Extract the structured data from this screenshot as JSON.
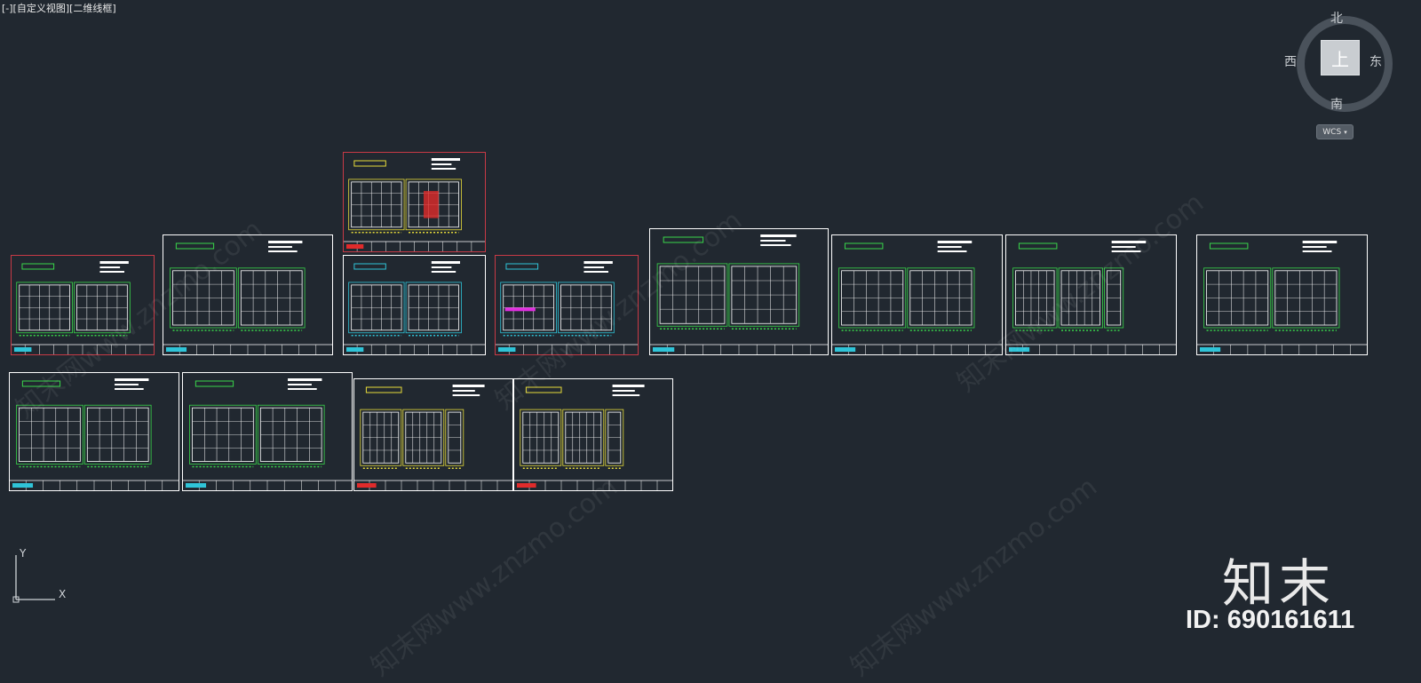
{
  "viewport": {
    "label": "[-][自定义视图][二维线框]"
  },
  "viewcube": {
    "north": "北",
    "south": "南",
    "east": "东",
    "west": "西",
    "face": "上",
    "coord_system": "WCS"
  },
  "ucs": {
    "x_label": "X",
    "y_label": "Y"
  },
  "colors": {
    "background": "#212830",
    "frame": "#ffffff",
    "frame_red": "#c83a46",
    "green": "#39d64a",
    "cyan": "#2fc4d8",
    "yellow": "#e8dc3a",
    "magenta": "#e02ee0",
    "red": "#e02b2b"
  },
  "watermark": {
    "text": "www.znzmo.com",
    "prefix": "知末网"
  },
  "brand": {
    "name": "知末",
    "id_text": "ID: 690161611"
  }
}
